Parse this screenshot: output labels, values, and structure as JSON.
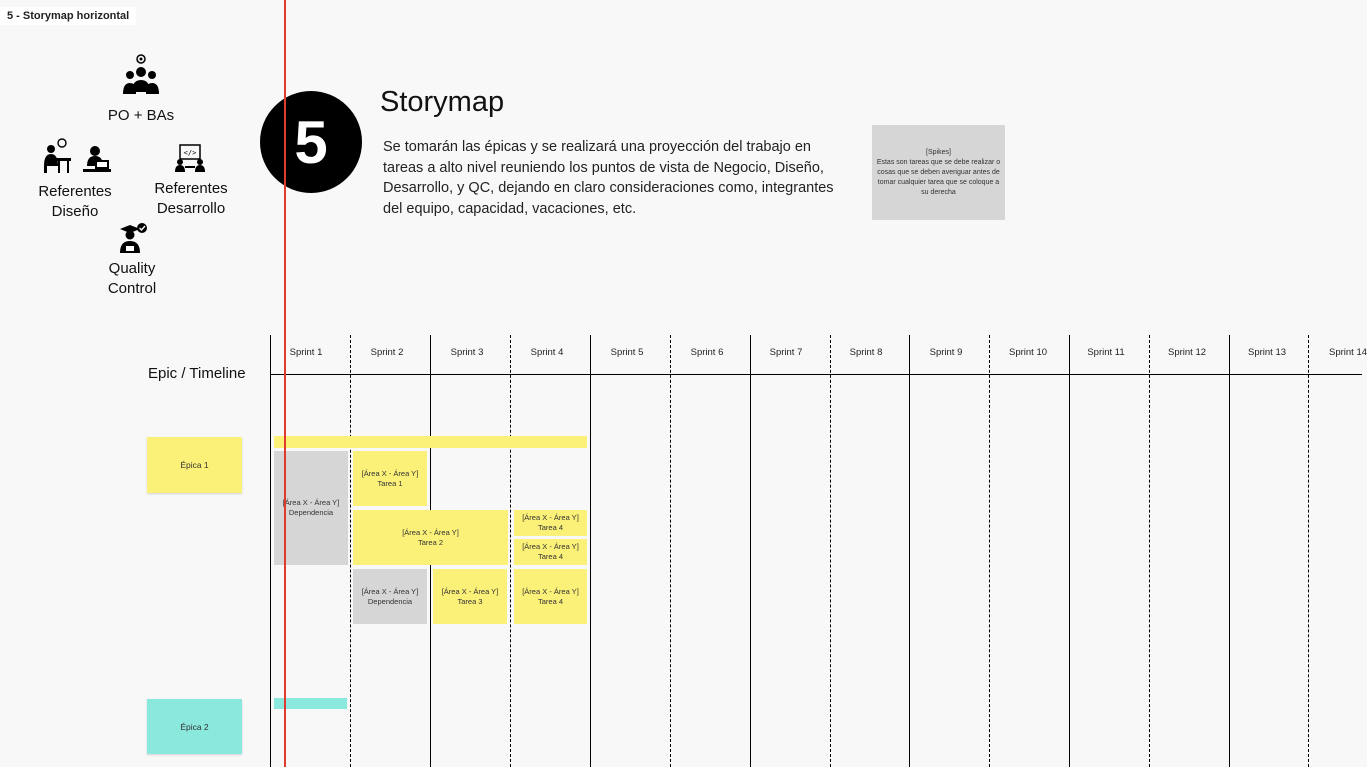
{
  "frame": {
    "title": "5 - Storymap horizontal"
  },
  "roles": {
    "po": "PO + BAs",
    "design_line1": "Referentes",
    "design_line2": "Diseño",
    "dev_line1": "Referentes",
    "dev_line2": "Desarrollo",
    "qc_line1": "Quality",
    "qc_line2": "Control"
  },
  "step": {
    "number": "5",
    "title": "Storymap"
  },
  "description": "Se tomarán las épicas y se realizará una proyección del trabajo en tareas a alto nivel reuniendo los puntos de vista de Negocio, Diseño, Desarrollo, y QC, dejando en claro consideraciones como, integrantes del equipo, capacidad, vacaciones, etc.",
  "spikes": {
    "title": "[Spikes]",
    "body": "Estas son tareas que se debe realizar o cosas que se deben averiguar antes de tomar cualquier tarea que se coloque a su derecha"
  },
  "timeline": {
    "header": "Epic / Timeline",
    "sprints": [
      "Sprint 1",
      "Sprint 2",
      "Sprint 3",
      "Sprint 4",
      "Sprint 5",
      "Sprint 6",
      "Sprint 7",
      "Sprint 8",
      "Sprint 9",
      "Sprint 10",
      "Sprint 11",
      "Sprint 12",
      "Sprint 13",
      "Sprint 14"
    ]
  },
  "epics": {
    "epic1": "Épica 1",
    "epic2": "Épica 2"
  },
  "stickies": {
    "dep1_line1": "[Área X - Área Y]",
    "dep1_line2": "Dependencia",
    "t1_line1": "[Área X - Área Y]",
    "t1_line2": "Tarea 1",
    "t2_line1": "[Área X - Área Y]",
    "t2_line2": "Tarea 2",
    "t4a_line1": "[Área X - Área Y]",
    "t4a_line2": "Tarea 4",
    "t4b_line1": "[Área X - Área Y]",
    "t4b_line2": "Tarea 4",
    "dep2_line1": "[Área X - Área Y]",
    "dep2_line2": "Dependencia",
    "t3_line1": "[Área X - Área Y]",
    "t3_line2": "Tarea 3",
    "t4c_line1": "[Área X - Área Y]",
    "t4c_line2": "Tarea 4"
  },
  "colors": {
    "sticky_yellow": "#fbf178",
    "sticky_grey": "#d6d6d6",
    "sticky_teal": "#8ae8dc",
    "indicator_red": "#e03a2f"
  }
}
